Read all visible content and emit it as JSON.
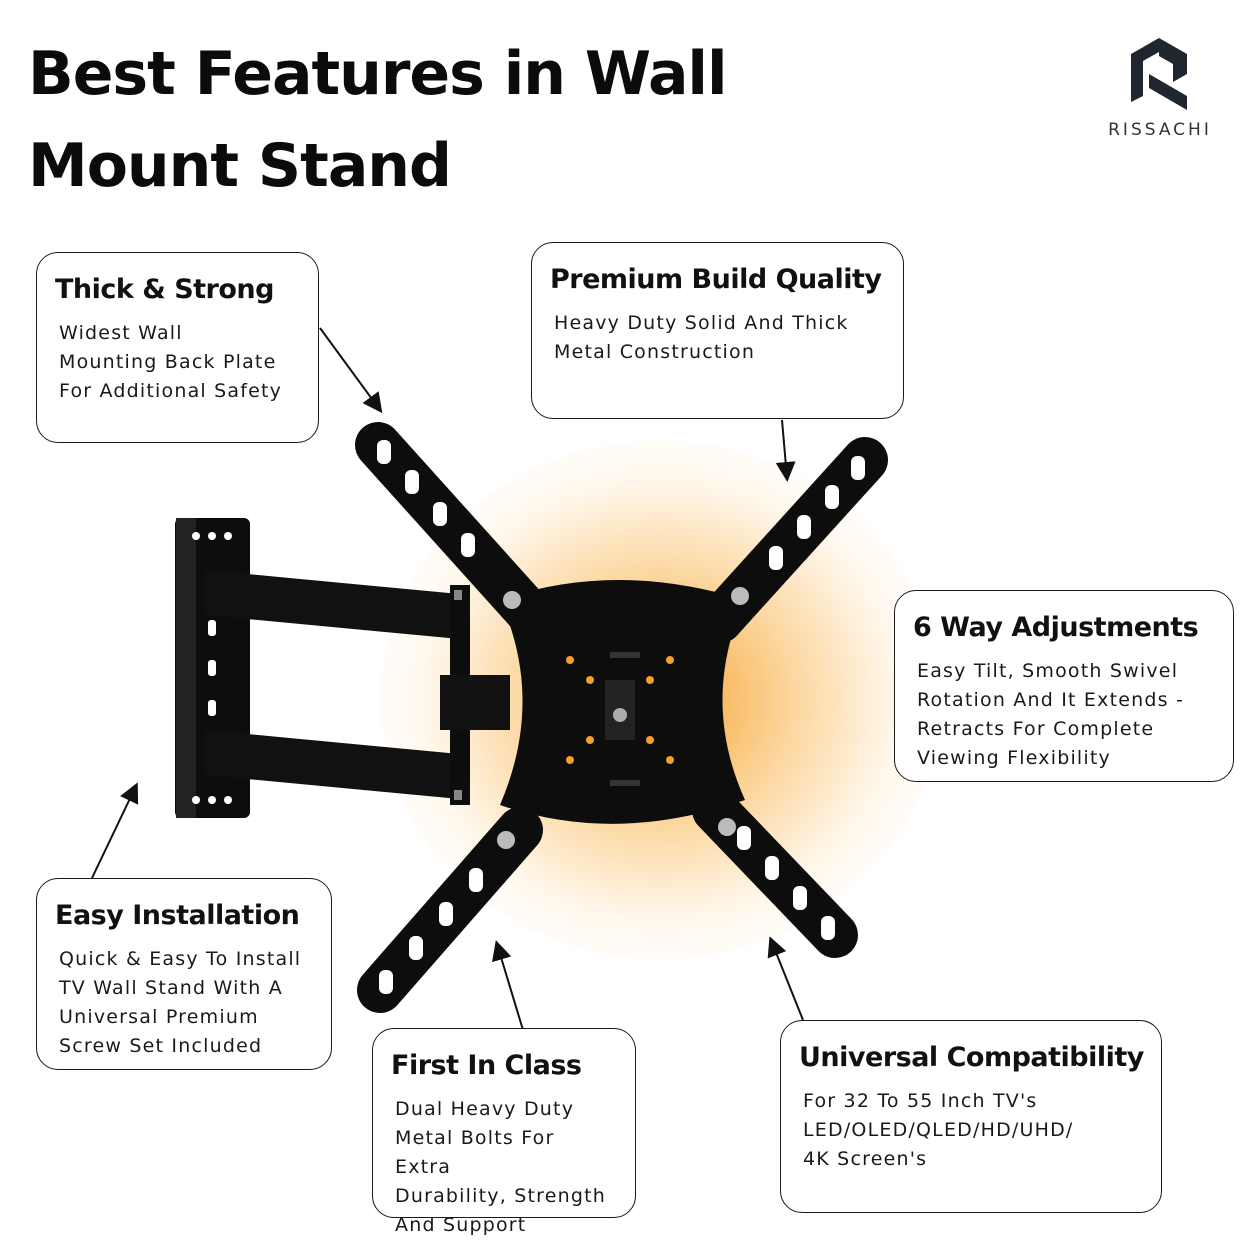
{
  "header": {
    "title_line1": "Best Features in Wall",
    "title_line2": "Mount Stand"
  },
  "brand": {
    "name": "RISSACHI",
    "logo_icon": "rissachi-logo-icon"
  },
  "colors": {
    "glow": "#F5A028",
    "text": "#111111",
    "mount": "#0d0d0d"
  },
  "features": {
    "thick_strong": {
      "title": "Thick & Strong",
      "description": "Widest Wall\nMounting Back Plate\nFor Additional Safety"
    },
    "premium_build": {
      "title": "Premium Build Quality",
      "description": "Heavy Duty Solid And Thick\nMetal Construction"
    },
    "six_way": {
      "title": "6 Way Adjustments",
      "description": "Easy Tilt, Smooth Swivel\nRotation And It Extends -\nRetracts For Complete\nViewing Flexibility"
    },
    "easy_installation": {
      "title": "Easy Installation",
      "description": "Quick & Easy To Install\nTV Wall Stand With A\nUniversal Premium\nScrew Set Included"
    },
    "first_in_class": {
      "title": "First In Class",
      "description": "Dual Heavy Duty\nMetal Bolts For Extra\nDurability, Strength\nAnd Support"
    },
    "universal": {
      "title": "Universal Compatibility",
      "description": "For 32 To 55 Inch TV's\nLED/OLED/QLED/HD/UHD/\n4K Screen's"
    }
  }
}
